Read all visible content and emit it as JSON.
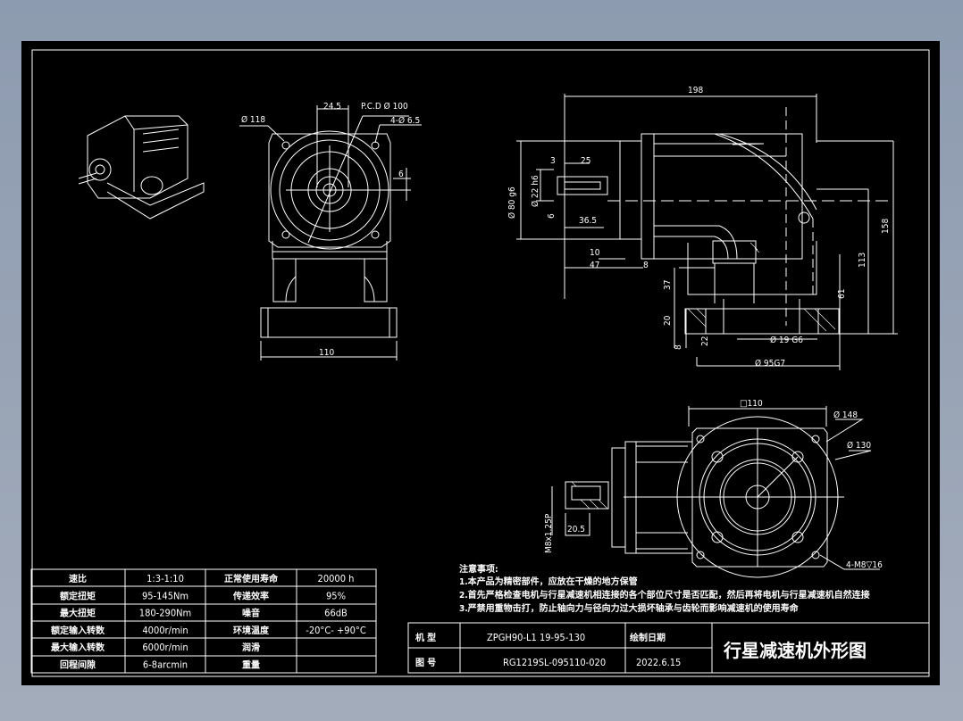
{
  "colors": {
    "background": "#000000",
    "lines": "#ffffff",
    "window": "#8d9bb0"
  },
  "drawing_title": "行星减速机外形图",
  "title_block": {
    "model_label": "机 型",
    "model_value": "ZPGH90-L1 19-95-130",
    "date_label": "绘制日期",
    "drawing_no_label": "图 号",
    "drawing_no_value": "RG1219SL-095110-020",
    "date_value": "2022.6.15"
  },
  "notes": {
    "heading": "注意事项:",
    "items": [
      "1.本产品为精密部件，应放在干燥的地方保管",
      "2.首先严格检查电机与行星减速机相连接的各个部位尺寸是否匹配，然后再将电机与行星减速机自然连接",
      "3.严禁用重物击打，防止轴向力与径向力过大损坏轴承与齿轮而影响减速机的使用寿命"
    ]
  },
  "spec_table": {
    "rows": [
      {
        "label1": "速比",
        "value1": "1:3-1:10",
        "label2": "正常使用寿命",
        "value2": "20000 h"
      },
      {
        "label1": "额定扭矩",
        "value1": "95-145Nm",
        "label2": "传递效率",
        "value2": "95%"
      },
      {
        "label1": "最大扭矩",
        "value1": "180-290Nm",
        "label2": "噪音",
        "value2": "66dB"
      },
      {
        "label1": "额定输入转数",
        "value1": "4000r/min",
        "label2": "环境温度",
        "value2": "-20°C- +90°C"
      },
      {
        "label1": "最大输入转数",
        "value1": "6000r/min",
        "label2": "润滑",
        "value2": ""
      },
      {
        "label1": "回程间隙",
        "value1": "6-8arcmin",
        "label2": "重量",
        "value2": ""
      }
    ]
  },
  "front_view": {
    "d118": "Ø 118",
    "w24_5": "24.5",
    "pcd": "P.C.D  Ø 100",
    "holes": "4-Ø 6.5",
    "k6": "6",
    "w110": "110"
  },
  "side_view": {
    "d198": "198",
    "d3": "3",
    "d25": "25",
    "d80": "Ø 80 g6",
    "d22": "Ø 22 h6",
    "d6": "6",
    "d36_5": "36.5",
    "d10": "10",
    "d47": "47",
    "d8a": "8",
    "d158": "158",
    "d113": "113",
    "d61": "61",
    "d37": "37",
    "d20": "20",
    "d8b": "8",
    "d22b": "22",
    "d19": "Ø 19 G6",
    "d95": "Ø 95G7"
  },
  "bottom_view": {
    "sq110": "□110",
    "d148": "Ø 148",
    "d130": "Ø 130",
    "threads": "4-M8▽16",
    "d20_5": "20.5",
    "m8": "M8x1.25P"
  }
}
